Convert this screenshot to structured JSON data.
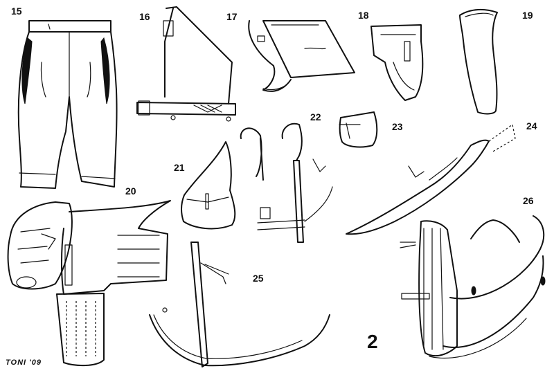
{
  "labels": {
    "item_15": "15",
    "item_16": "16",
    "item_17": "17",
    "item_18": "18",
    "item_19": "19",
    "item_20": "20",
    "item_21": "21",
    "item_22": "22",
    "item_23": "23",
    "item_24": "24",
    "item_25": "25",
    "item_26": "26"
  },
  "page_number": "2",
  "signature": "TONI '09"
}
